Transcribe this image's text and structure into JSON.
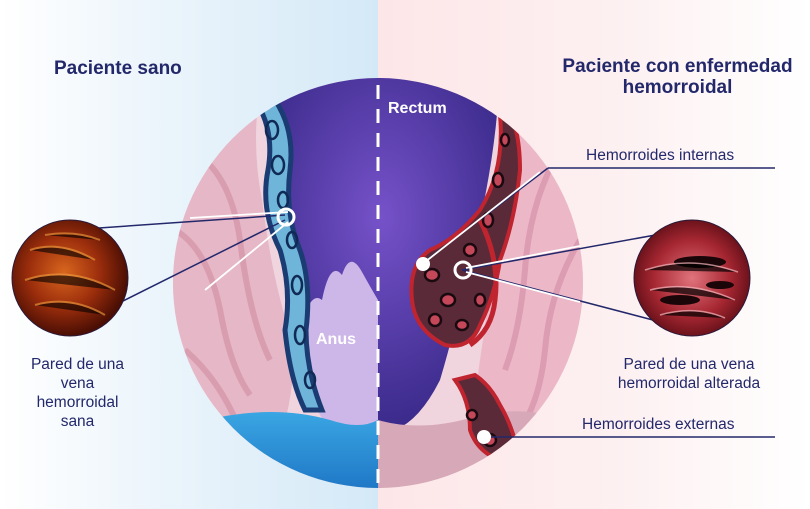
{
  "headings": {
    "healthy": "Paciente sano",
    "sick_line1": "Paciente con enfermedad",
    "sick_line2": "hemorroidal"
  },
  "inner_labels": {
    "rectum": "Rectum",
    "anus": "Anus"
  },
  "labels": {
    "healthy_wall_1": "Pared de una",
    "healthy_wall_2": "vena",
    "healthy_wall_3": "hemorroidal",
    "healthy_wall_4": "sana",
    "internal": "Hemorroides internas",
    "altered_wall_1": "Pared de una vena",
    "altered_wall_2": "hemorroidal alterada",
    "external": "Hemorroides externas"
  },
  "colors": {
    "heading": "#23286b",
    "leader_line": "#23286b",
    "healthy_vein": "#1f5f95",
    "diseased_vein": "#b0202e",
    "rectum_purple": "#4a2f9a"
  }
}
